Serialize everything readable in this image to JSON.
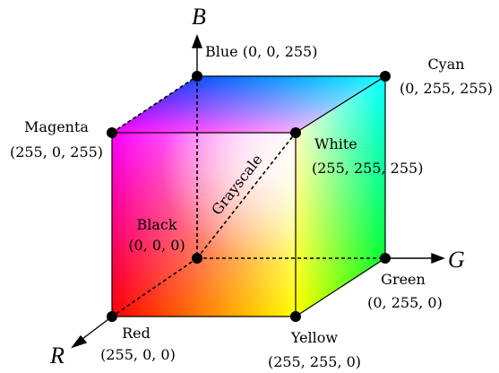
{
  "axes": {
    "x": "G",
    "y": "B",
    "z": "R"
  },
  "vertices": {
    "blue": {
      "name": "Blue",
      "coords": "(0, 0, 255)",
      "color": "#0000ff"
    },
    "cyan": {
      "name": "Cyan",
      "coords": "(0, 255, 255)",
      "color": "#00ffff"
    },
    "magenta": {
      "name": "Magenta",
      "coords": "(255, 0, 255)",
      "color": "#ff00ff"
    },
    "white": {
      "name": "White",
      "coords": "(255, 255, 255)",
      "color": "#ffffff"
    },
    "black": {
      "name": "Black",
      "coords": "(0, 0, 0)",
      "color": "#000000"
    },
    "green": {
      "name": "Green",
      "coords": "(0, 255, 0)",
      "color": "#00ff00"
    },
    "red": {
      "name": "Red",
      "coords": "(255, 0, 0)",
      "color": "#ff0000"
    },
    "yellow": {
      "name": "Yellow",
      "coords": "(255, 255, 0)",
      "color": "#ffff00"
    }
  },
  "diagonal_label": "Grayscale"
}
